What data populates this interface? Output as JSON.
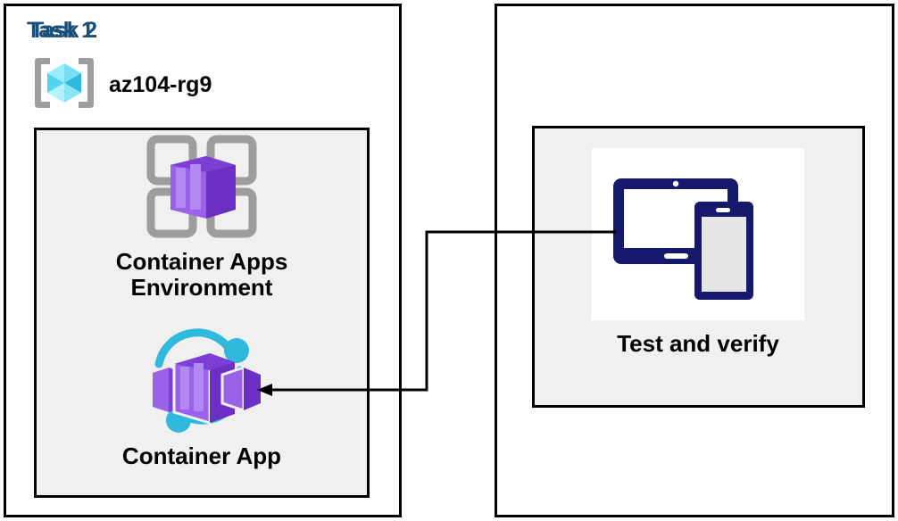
{
  "diagram": {
    "title_color": "#1a4f7a",
    "panel_border_color": "#000000",
    "inner_box_color": "#f0f0f0",
    "connector_color": "#000000"
  },
  "task1": {
    "title": "Task 1",
    "resource_group": {
      "icon": "resource-group-icon",
      "label": "az104-rg9"
    },
    "nodes": [
      {
        "icon": "container-apps-environment-icon",
        "caption": "Container Apps\nEnvironment"
      },
      {
        "icon": "container-app-icon",
        "caption": "Container App"
      }
    ]
  },
  "task2": {
    "title": "Task 2",
    "nodes": [
      {
        "icon": "test-and-verify-devices-icon",
        "caption": "Test and verify"
      }
    ]
  },
  "connector": {
    "from": "test-and-verify-devices-icon",
    "to": "container-app-icon",
    "arrow_direction": "left"
  }
}
